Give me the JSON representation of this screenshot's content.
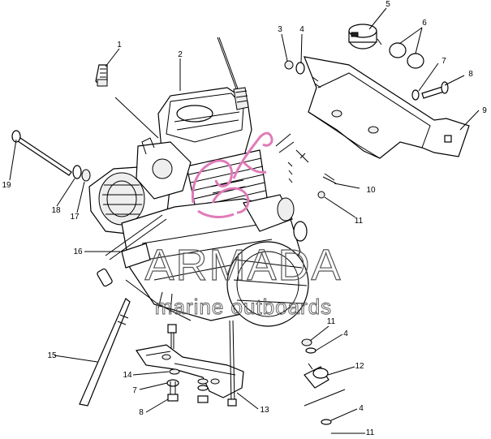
{
  "callouts": {
    "c1": "1",
    "c2": "2",
    "c3": "3",
    "c4a": "4",
    "c5": "5",
    "c6": "6",
    "c7a": "7",
    "c8a": "8",
    "c9": "9",
    "c10": "10",
    "c11a": "11",
    "c11b": "11",
    "c11c": "11",
    "c4b": "4",
    "c12": "12",
    "c4c": "4",
    "c13": "13",
    "c14": "14",
    "c7b": "7",
    "c8b": "8",
    "c15": "15",
    "c16": "16",
    "c17": "17",
    "c18": "18",
    "c19": "19"
  },
  "watermark": {
    "brand": "ARMADA",
    "tagline": "marine outboards"
  },
  "colors": {
    "line": "#000000",
    "logo_pink": "#e07bb8",
    "watermark_gray": "#555555"
  }
}
